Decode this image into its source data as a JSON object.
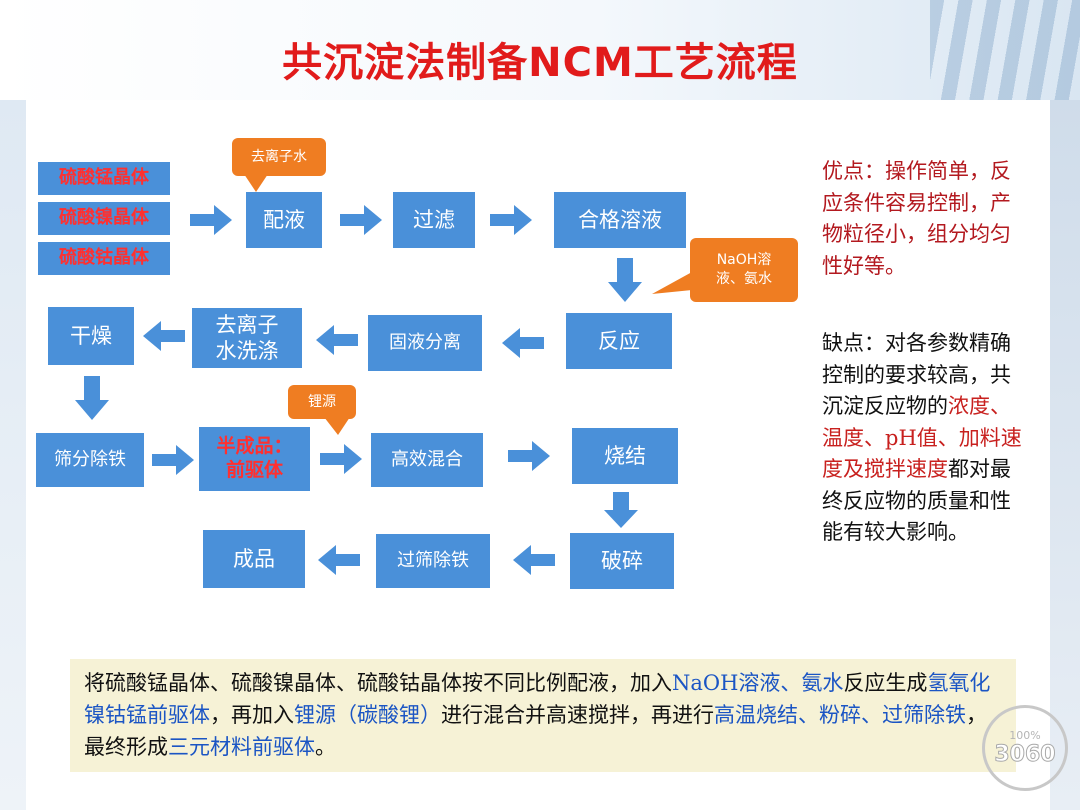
{
  "title": "共沉淀法制备NCM工艺流程",
  "flow": {
    "materials": [
      "硫酸锰晶体",
      "硫酸镍晶体",
      "硫酸钴晶体"
    ],
    "peiye": "配液",
    "guolv": "过滤",
    "hege": "合格溶液",
    "fanying": "反应",
    "guye": "固液分离",
    "xidi_line1": "去离子",
    "xidi_line2": "水洗涤",
    "ganzao": "干燥",
    "shaifen": "筛分除铁",
    "banchengpin_line1": "半成品：",
    "banchengpin_line2": "前驱体",
    "gaoxiao": "高效混合",
    "shaojie": "烧结",
    "posui": "破碎",
    "guoshai": "过筛除铁",
    "chengpin": "成品"
  },
  "callouts": {
    "water": "去离子水",
    "naoh_line1": "NaOH溶",
    "naoh_line2": "液、氨水",
    "lithium": "锂源"
  },
  "advantages": {
    "text": "优点：操作简单，反应条件容易控制，产物粒径小，组分均匀性好等。"
  },
  "disadvantages": {
    "part1": "缺点：对各参数精确控制的要求较高，共沉淀反应物的",
    "highlight": "浓度、温度、pH值、加料速度及搅拌速度",
    "part2": "都对最终反应物的质量和性能有较大影响。"
  },
  "summary": {
    "p1": "将硫酸锰晶体、硫酸镍晶体、硫酸钴晶体按不同比例配液，加入",
    "h1": "NaOH溶液、氨水",
    "p2": "反应生成",
    "h2": "氢氧化镍钴锰前驱体",
    "p3": "，再加入",
    "h3": "锂源（碳酸锂）",
    "p4": "进行混合并高速搅拌，再进行",
    "h4": "高温烧结、粉碎、过筛除铁",
    "p5": "，最终形成",
    "h5": "三元材料前驱体",
    "p6": "。"
  },
  "watermark": {
    "top": "100%",
    "num": "3060"
  },
  "colors": {
    "box": "#4a90d9",
    "callout": "#ef7d22",
    "title": "#e11b1b",
    "summary_bg": "#f6f2d6"
  }
}
